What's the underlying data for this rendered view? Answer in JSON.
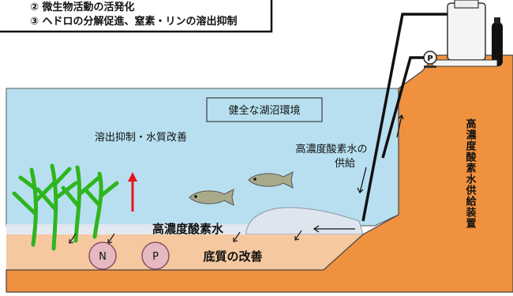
{
  "legend": {
    "item2": "② 微生物活動の活発化",
    "item3": "③ ヘドロの分解促進、窒素・リンの溶出抑制"
  },
  "labels": {
    "healthy_lake": "健全な湖沼環境",
    "elution_suppression": "溶出抑制・水質改善",
    "supply_line1": "高濃度酸素水の",
    "supply_line2": "供給",
    "oxygen_water": "高濃度酸素水",
    "sediment_improvement": "底質の改善",
    "device": "高濃度酸素水供給装置"
  },
  "nutrients": {
    "nitrogen": "N",
    "phosphorus": "P"
  },
  "pump_symbol": "P",
  "colors": {
    "water": "#b7dff0",
    "sediment": "#f5c8a0",
    "land": "#f0913f",
    "oxygen_layer": "#e2e8f0",
    "plant": "#2fb51e",
    "arrow_up": "#e8141a",
    "nutrient_fill": "#e6b9c0",
    "nutrient_stroke": "#8a5060"
  }
}
